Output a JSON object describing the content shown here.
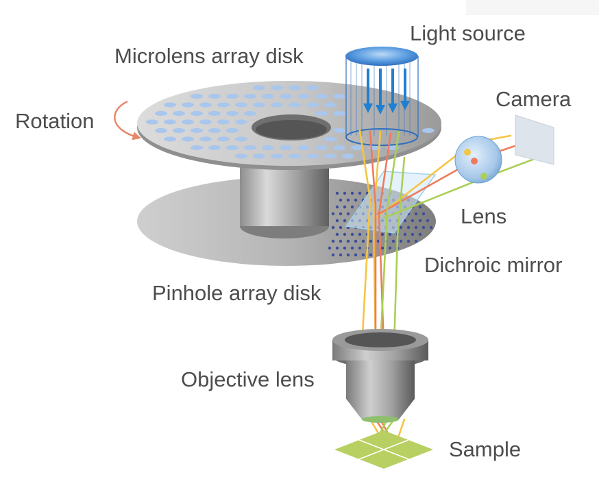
{
  "labels": {
    "light_source": "Light source",
    "microlens_disk": "Microlens array disk",
    "rotation": "Rotation",
    "camera": "Camera",
    "lens": "Lens",
    "dichroic_mirror": "Dichroic mirror",
    "pinhole_disk": "Pinhole array disk",
    "objective_lens": "Objective lens",
    "sample": "Sample"
  },
  "colors": {
    "beam_yellow": "#f5c542",
    "beam_red": "#ee7b5d",
    "beam_green": "#a9cf55",
    "light_blue": "#1f7fd1",
    "rotation_arrow": "#e8866a",
    "sample_green": "#b8cf62",
    "pinhole_dot": "#3c4d99",
    "microlens_dot": "#a9c6ec"
  }
}
